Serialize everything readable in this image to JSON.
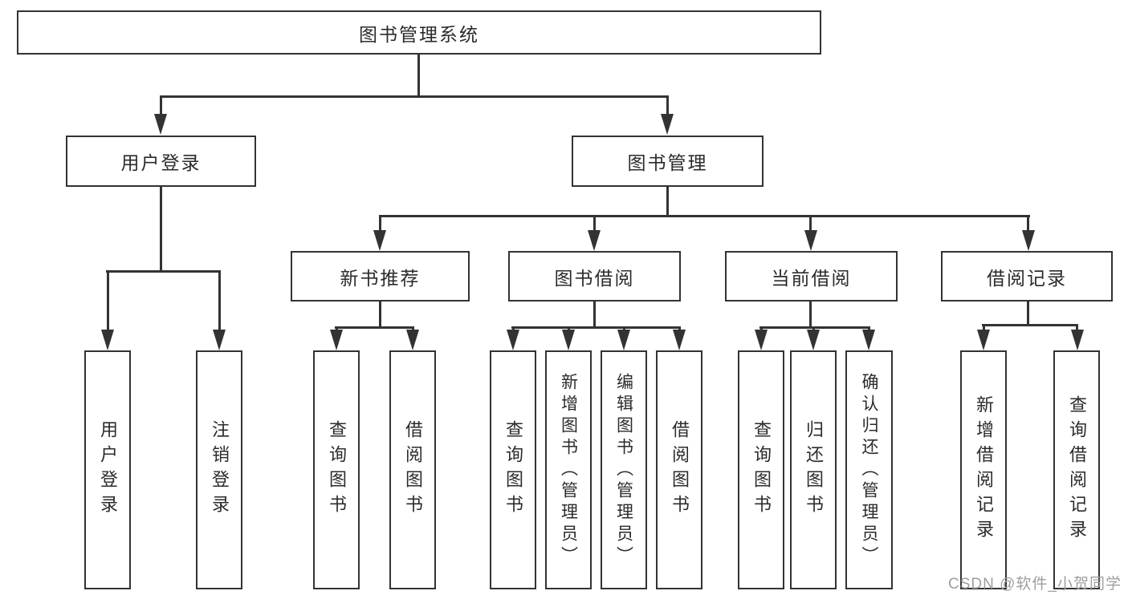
{
  "diagram_type": "hierarchy-tree",
  "tree": {
    "label": "图书管理系统",
    "children": [
      {
        "label": "用户登录",
        "children": [
          {
            "label": "用户登录"
          },
          {
            "label": "注销登录"
          }
        ]
      },
      {
        "label": "图书管理",
        "children": [
          {
            "label": "新书推荐",
            "children": [
              {
                "label": "查询图书"
              },
              {
                "label": "借阅图书"
              }
            ]
          },
          {
            "label": "图书借阅",
            "children": [
              {
                "label": "查询图书"
              },
              {
                "label": "新增图书（管理员）"
              },
              {
                "label": "编辑图书（管理员）"
              },
              {
                "label": "借阅图书"
              }
            ]
          },
          {
            "label": "当前借阅",
            "children": [
              {
                "label": "查询图书"
              },
              {
                "label": "归还图书"
              },
              {
                "label": "确认归还（管理员）"
              }
            ]
          },
          {
            "label": "借阅记录",
            "children": [
              {
                "label": "新增借阅记录"
              },
              {
                "label": "查询借阅记录"
              }
            ]
          }
        ]
      }
    ]
  },
  "watermark": {
    "text": "CSDN @软件_小贺同学"
  },
  "colors": {
    "line": "#333333",
    "text": "#2b2b2b",
    "background": "#ffffff",
    "watermark": "#9e9e9e"
  }
}
